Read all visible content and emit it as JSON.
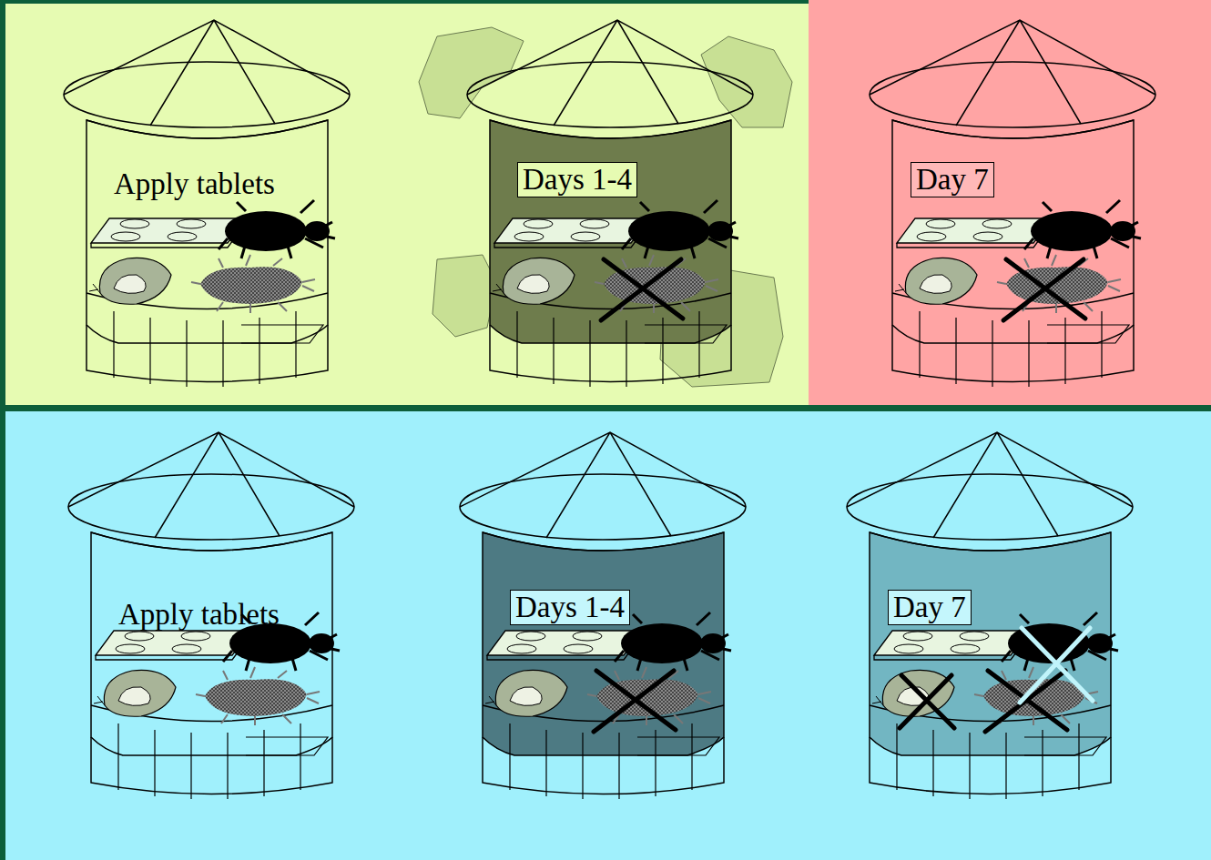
{
  "diagram": {
    "nodes": [
      {
        "text": [
          "Apply tablets"
        ]
      },
      {
        "text": [
          "Days 1-4"
        ]
      },
      {
        "text": [
          "Day 7"
        ]
      },
      {
        "text": [
          "Apply tablets"
        ]
      },
      {
        "text": [
          "Days 1-4"
        ]
      },
      {
        "text": [
          "Day 7"
        ]
      }
    ]
  }
}
